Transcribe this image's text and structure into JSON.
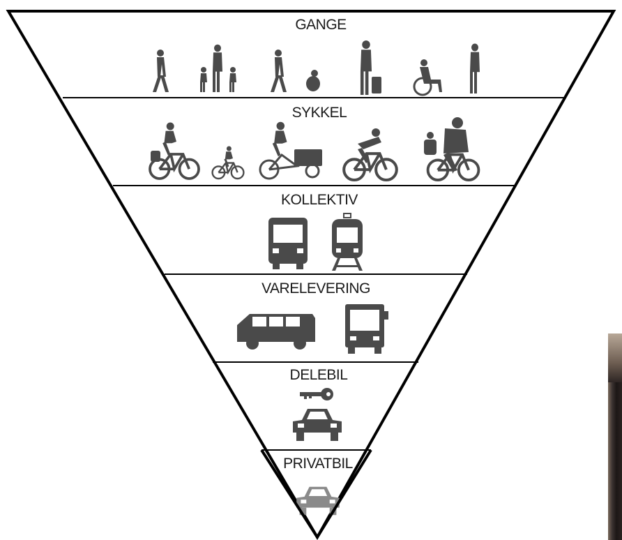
{
  "pyramid": {
    "tiers": [
      {
        "id": "gange",
        "label": "GANGE",
        "icons": [
          "person-walking-icon",
          "adult-with-children-icon",
          "person-with-toddler-icon",
          "person-with-luggage-icon",
          "wheelchair-user-icon",
          "person-standing-icon"
        ]
      },
      {
        "id": "sykkel",
        "label": "SYKKEL",
        "icons": [
          "cyclist-with-child-seat-icon",
          "child-cyclist-icon",
          "cargo-bike-icon",
          "road-cyclist-icon",
          "cyclist-with-child-icon"
        ]
      },
      {
        "id": "kollektiv",
        "label": "KOLLEKTIV",
        "icons": [
          "bus-icon",
          "tram-icon"
        ]
      },
      {
        "id": "varelevering",
        "label": "VARELEVERING",
        "icons": [
          "van-icon",
          "truck-icon"
        ]
      },
      {
        "id": "delebil",
        "label": "DELEBIL",
        "icons": [
          "key-icon",
          "car-icon"
        ]
      },
      {
        "id": "privatbil",
        "label": "PRIVATBIL",
        "icons": [
          "car-faded-icon"
        ]
      }
    ]
  },
  "colors": {
    "outline": "#000000",
    "icon": "#4a4a4a",
    "icon_faded": "#8a8a8a",
    "label": "#1a1a1a"
  }
}
